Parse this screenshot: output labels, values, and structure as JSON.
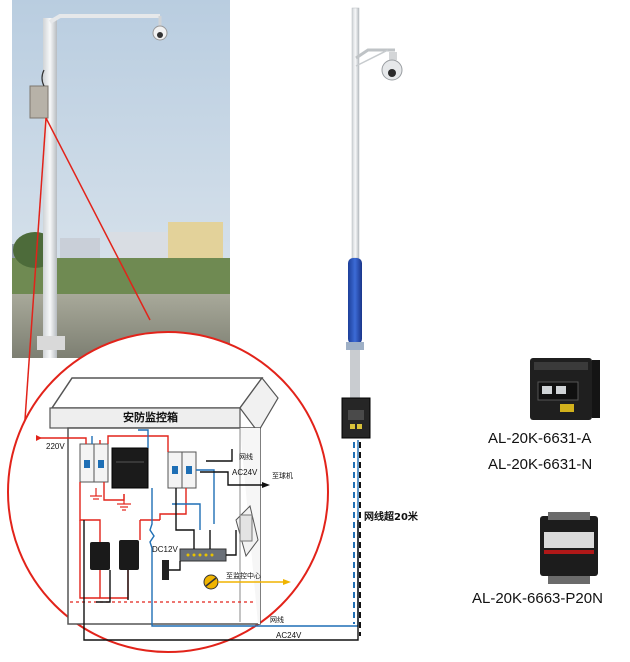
{
  "cabinet": {
    "title": "安防监控箱",
    "label_220v": "220V",
    "label_ac24v_top": "AC24V",
    "label_wangxian_top": "网线",
    "label_to_camera": "至球机",
    "label_dc12v": "DC12V",
    "label_to_center": "至监控中心",
    "label_wangxian_bottom": "网线",
    "label_ac24v_bottom": "AC24V"
  },
  "pole": {
    "cable_label": "网线超20米"
  },
  "products": {
    "switch_a": "AL-20K-6631-A",
    "switch_n": "AL-20K-6631-N",
    "psu": "AL-20K-6663-P20N"
  },
  "colors": {
    "red_wire": "#e2231a",
    "blue_wire": "#1f6fb5",
    "black_wire": "#111111",
    "yellow_wire": "#f0b400",
    "circle": "#e2231a"
  }
}
